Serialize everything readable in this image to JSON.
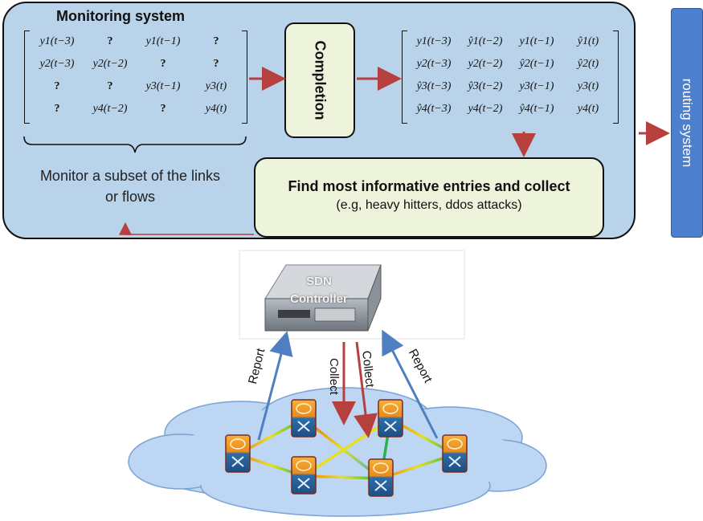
{
  "panel": {
    "title": "Monitoring system"
  },
  "matrix_in": [
    [
      "y1(t−3)",
      "?",
      "y1(t−1)",
      "?"
    ],
    [
      "y2(t−3)",
      "y2(t−2)",
      "?",
      "?"
    ],
    [
      "?",
      "?",
      "y3(t−1)",
      "y3(t)"
    ],
    [
      "?",
      "y4(t−2)",
      "?",
      "y4(t)"
    ]
  ],
  "matrix_out": [
    [
      "y1(t−3)",
      "ŷ1(t−2)",
      "y1(t−1)",
      "ŷ1(t)"
    ],
    [
      "y2(t−3)",
      "y2(t−2)",
      "ŷ2(t−1)",
      "ŷ2(t)"
    ],
    [
      "ŷ3(t−3)",
      "ŷ3(t−2)",
      "y3(t−1)",
      "y3(t)"
    ],
    [
      "ŷ4(t−3)",
      "y4(t−2)",
      "ŷ4(t−1)",
      "y4(t)"
    ]
  ],
  "completion": {
    "label": "Completion"
  },
  "find": {
    "title": "Find most informative entries and  collect",
    "subtitle": "(e.g, heavy hitters, ddos attacks)"
  },
  "monitor": {
    "line1": "Monitor a subset of the links",
    "line2": "or flows"
  },
  "routing": {
    "label": "routing system"
  },
  "controller": {
    "line1": "SDN",
    "line2": "Controller"
  },
  "edges": {
    "report_left": "Report",
    "collect_left": "Collect",
    "collect_right": "Collect",
    "report_right": "Report"
  },
  "colors": {
    "panel": "#b8d3ea",
    "box": "#eef3dc",
    "arrow_red": "#b5403d",
    "arrow_blue": "#4f7fc0",
    "routing": "#4d7fcf"
  }
}
